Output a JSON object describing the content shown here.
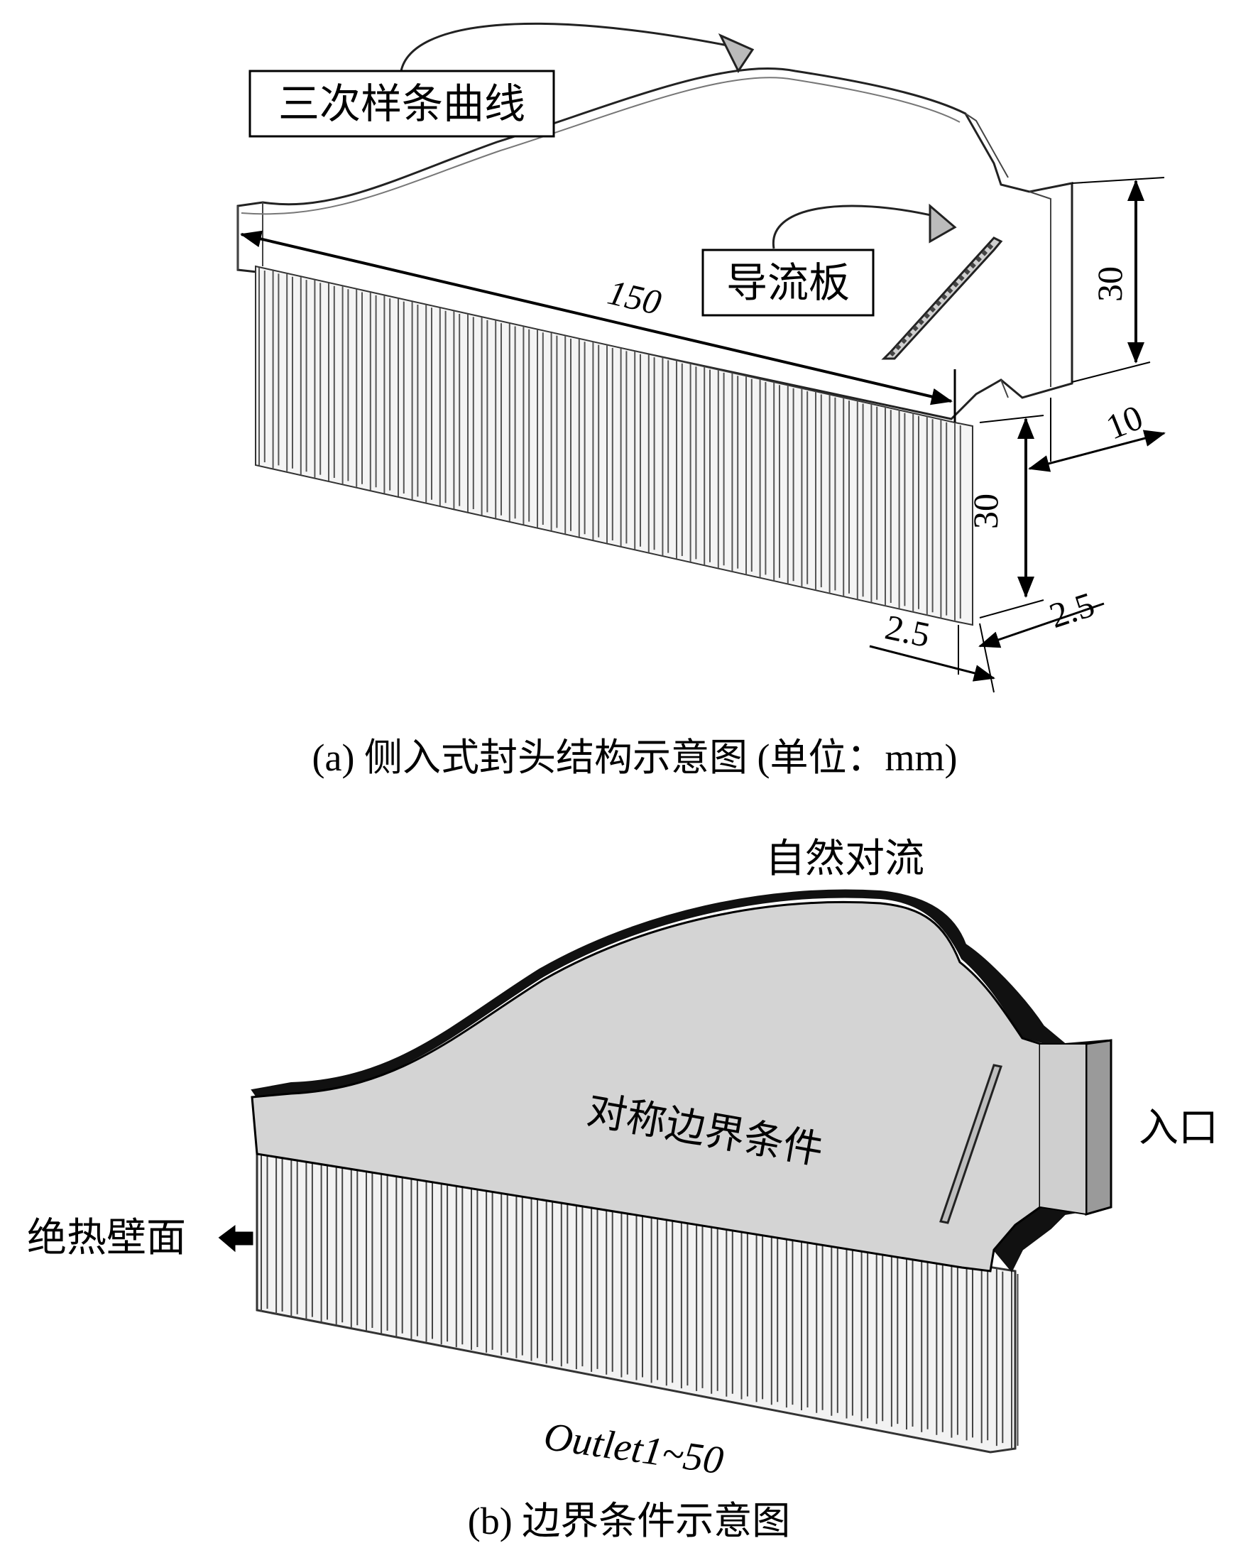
{
  "figure_a": {
    "label_spline": "三次样条曲线",
    "label_guide_plate": "导流板",
    "dim_length": "150",
    "dim_height_top": "30",
    "dim_height_bottom": "30",
    "dim_width": "10",
    "dim_channel_a": "2.5",
    "dim_channel_b": "2.5",
    "caption": "(a) 侧入式封头结构示意图 (单位：mm)"
  },
  "figure_b": {
    "label_natural_convection": "自然对流",
    "label_symmetry": "对称边界条件",
    "label_inlet": "入口",
    "label_adiabatic_wall": "绝热壁面",
    "label_outlet": "Outlet1~50",
    "caption": "(b) 边界条件示意图"
  },
  "colors": {
    "body_fill_b": "#d4d4d4",
    "edge_dark": "#111111",
    "inlet_face": "#9a9a9a"
  }
}
